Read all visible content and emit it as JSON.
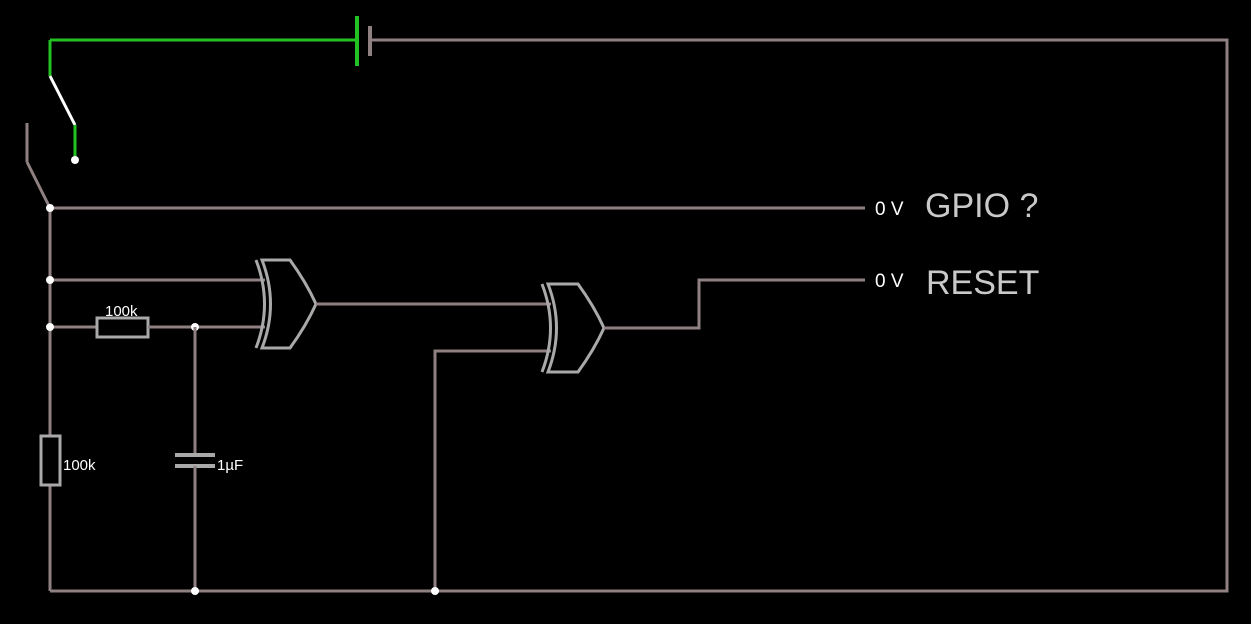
{
  "colors": {
    "background": "#000000",
    "wire_low": "#8f8181",
    "wire_high": "#22c222",
    "switch_blade": "#ffffff",
    "node": "#ffffff",
    "component": "#a9a9a9",
    "label": "#ffffff",
    "signal_label": "#c9c9c9"
  },
  "components": {
    "r_series": {
      "value": "100k"
    },
    "r_ground": {
      "value": "100k"
    },
    "capacitor": {
      "value": "1µF"
    }
  },
  "outputs": {
    "gpio": {
      "voltage": "0 V",
      "name": "GPIO ?"
    },
    "reset": {
      "voltage": "0 V",
      "name": "RESET"
    }
  }
}
